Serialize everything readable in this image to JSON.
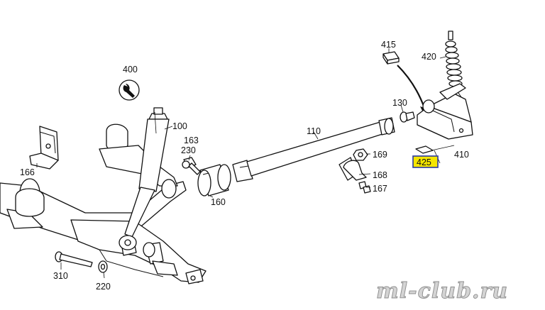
{
  "diagram": {
    "callouts": [
      {
        "id": "c400",
        "label": "400",
        "highlighted": false
      },
      {
        "id": "c100",
        "label": "100",
        "highlighted": false
      },
      {
        "id": "c163",
        "label": "163",
        "highlighted": false
      },
      {
        "id": "c230",
        "label": "230",
        "highlighted": false
      },
      {
        "id": "c160",
        "label": "160",
        "highlighted": false
      },
      {
        "id": "c110",
        "label": "110",
        "highlighted": false
      },
      {
        "id": "c130",
        "label": "130",
        "highlighted": false
      },
      {
        "id": "c415",
        "label": "415",
        "highlighted": false
      },
      {
        "id": "c420",
        "label": "420",
        "highlighted": false
      },
      {
        "id": "c410",
        "label": "410",
        "highlighted": false
      },
      {
        "id": "c425",
        "label": "425",
        "highlighted": true
      },
      {
        "id": "c169",
        "label": "169",
        "highlighted": false
      },
      {
        "id": "c168",
        "label": "168",
        "highlighted": false
      },
      {
        "id": "c167",
        "label": "167",
        "highlighted": false
      },
      {
        "id": "c166",
        "label": "166",
        "highlighted": false
      },
      {
        "id": "c310",
        "label": "310",
        "highlighted": false
      },
      {
        "id": "c220",
        "label": "220",
        "highlighted": false
      }
    ],
    "watermark": "ml-club.ru",
    "icons": {
      "tool": "wrench-icon"
    },
    "colors": {
      "line": "#111111",
      "highlight_fill": "#f5e600",
      "highlight_border": "#2b3aa0",
      "watermark": "#8c8c8c"
    }
  }
}
